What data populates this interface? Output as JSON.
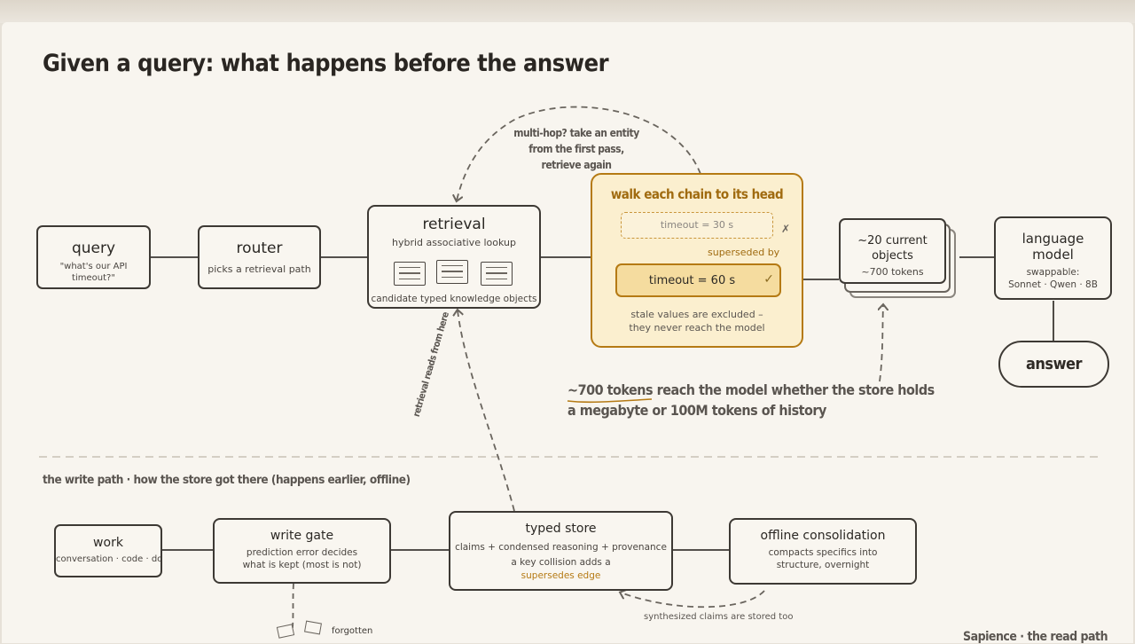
{
  "title": "Given a query: what happens before the answer",
  "read_path": {
    "query": {
      "title": "query",
      "sub": "\"what's our API timeout?\""
    },
    "router": {
      "title": "router",
      "sub": "picks a retrieval path"
    },
    "retrieval": {
      "title": "retrieval",
      "sub": "hybrid associative lookup",
      "caption": "candidate typed knowledge objects"
    },
    "multihop_note": [
      "multi-hop? take an entity",
      "from the first pass,",
      "retrieve again"
    ],
    "head_walk": {
      "title": "walk each chain to its head",
      "stale_value": "timeout = 30 s",
      "stale_mark": "✗",
      "superseded_label": "superseded by",
      "current_value": "timeout = 60 s",
      "current_mark": "✓",
      "note": [
        "stale values are excluded –",
        "they never reach the model"
      ]
    },
    "current_objects": {
      "title": "~20 current objects",
      "sub": "~700 tokens"
    },
    "model": {
      "title": "language model",
      "sub": [
        "swappable:",
        "Sonnet · Qwen · 8B"
      ]
    },
    "answer": "answer",
    "tokens_note": [
      "~700 tokens reach the model whether the store holds",
      "a megabyte or 100M tokens of history"
    ],
    "retrieval_reads": "retrieval reads from here"
  },
  "write_path": {
    "heading": "the write path · how the store got there (happens earlier, offline)",
    "work": {
      "title": "work",
      "sub": "conversation · code · docs"
    },
    "gate": {
      "title": "write gate",
      "sub": [
        "prediction error decides",
        "what is kept (most is not)"
      ]
    },
    "store": {
      "title": "typed store",
      "sub": [
        "claims + condensed reasoning + provenance",
        "a key collision adds a"
      ],
      "edge": "supersedes edge"
    },
    "consolidation": {
      "title": "offline consolidation",
      "sub": [
        "compacts specifics into",
        "structure, overnight"
      ]
    },
    "synth_note": "synthesized claims are stored too",
    "forgotten": "forgotten"
  },
  "footer_label": "Sapience · the read path",
  "colors": {
    "accent_gold": "#b57a14",
    "panel_fill": "#fbefcf",
    "ink": "#3d3934",
    "dashed": "#6a655e"
  }
}
